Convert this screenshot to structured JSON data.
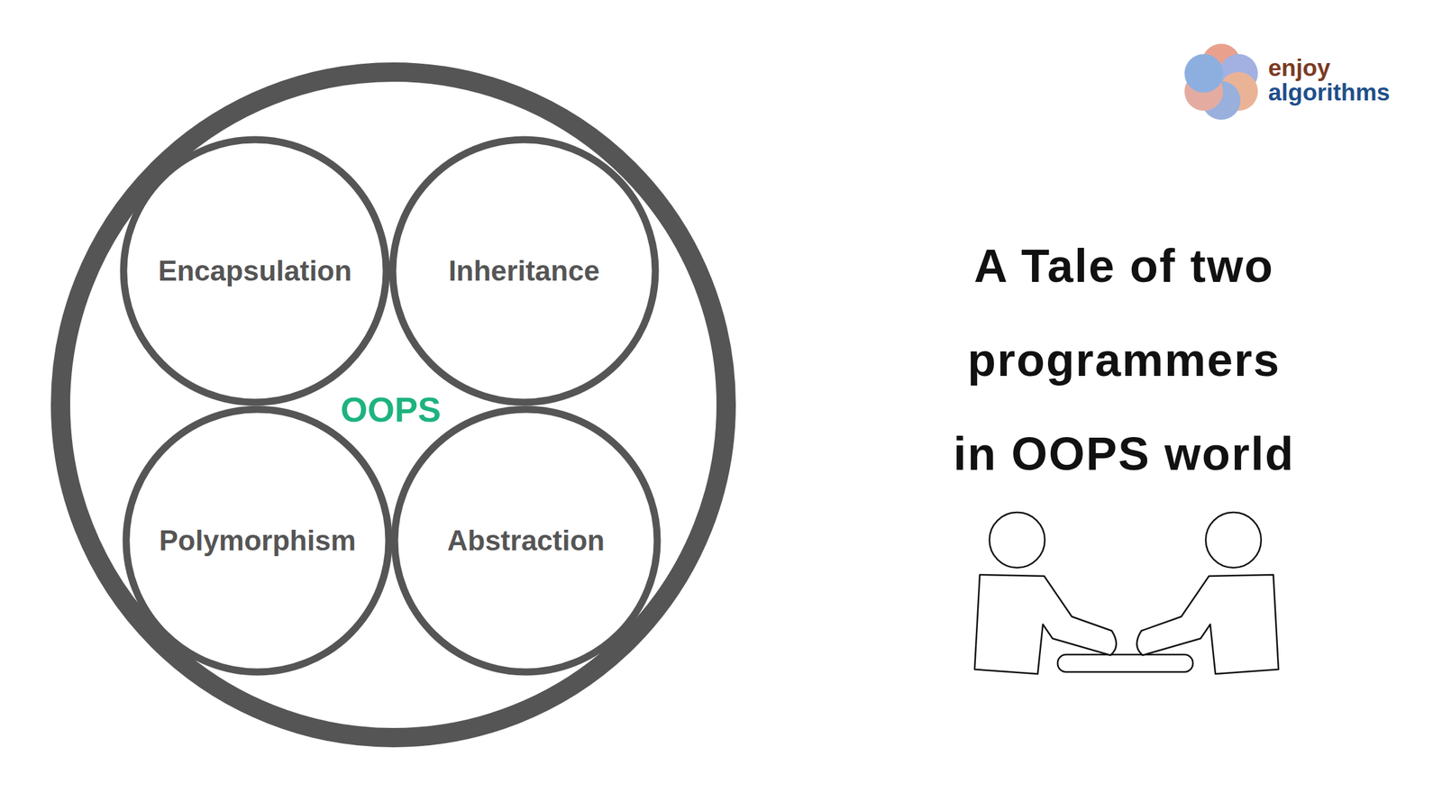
{
  "diagram": {
    "title": "A Tale of two programmers in OOPS world",
    "nodes": [
      {
        "text": [
          "OOPS"
        ]
      },
      {
        "text": [
          "Encapsulation"
        ],
        "in": 0
      },
      {
        "text": [
          "Inheritance"
        ],
        "in": 0
      },
      {
        "text": [
          "Polymorphism"
        ],
        "in": 0
      },
      {
        "text": [
          "Abstraction"
        ],
        "in": 0
      }
    ],
    "labels": [
      "enjoy",
      "algorithms"
    ]
  }
}
